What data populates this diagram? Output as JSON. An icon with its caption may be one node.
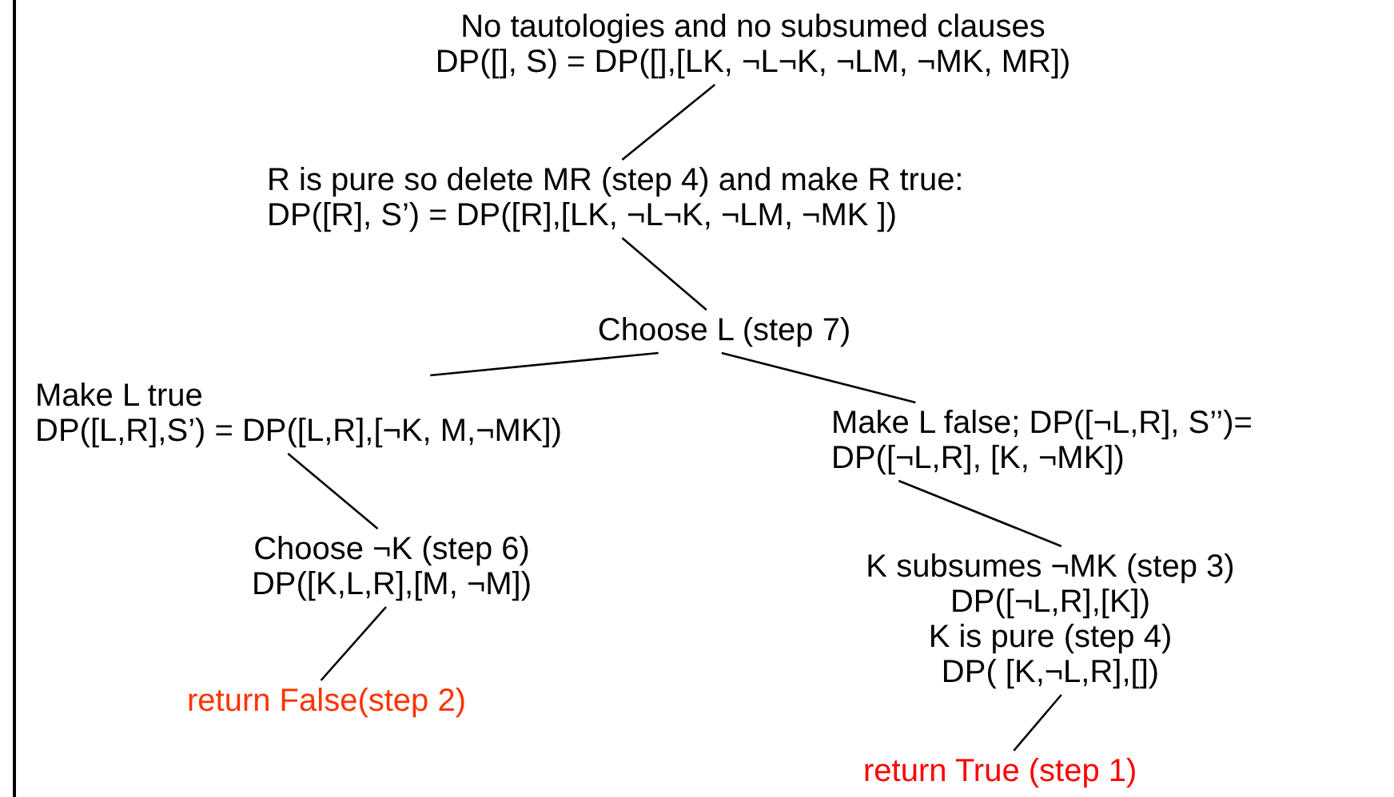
{
  "diagram": {
    "nodes": [
      {
        "text": [
          "No tautologies and no subsumed clauses",
          "DP([], S) = DP([],[LK, ¬L¬K, ¬LM, ¬MK, MR])"
        ]
      },
      {
        "text": [
          "R is pure so delete MR (step 4) and make R true:",
          "DP([R], S’) = DP([R],[LK, ¬L¬K, ¬LM, ¬MK ])"
        ]
      },
      {
        "text": [
          "Choose L (step 7)"
        ]
      },
      {
        "text": [
          "Make L true",
          "DP([L,R],S’) = DP([L,R],[¬K, M,¬MK])"
        ]
      },
      {
        "text": [
          "Make L false; DP([¬L,R], S’’)=",
          "DP([¬L,R], [K, ¬MK])"
        ]
      },
      {
        "text": [
          "Choose ¬K (step 6)",
          "DP([K,L,R],[M, ¬M])"
        ]
      },
      {
        "text": [
          "return False(step 2)"
        ]
      },
      {
        "text": [
          "K subsumes ¬MK (step 3)",
          "DP([¬L,R],[K])",
          "K is pure (step 4)",
          "DP( [K,¬L,R],[])"
        ]
      },
      {
        "text": [
          "return True (step 1)"
        ]
      }
    ],
    "edges": [
      {
        "from": 0,
        "to": 1,
        "arrow": "none"
      },
      {
        "from": 1,
        "to": 2,
        "arrow": "none"
      },
      {
        "from": 2,
        "to": 3,
        "arrow": "none"
      },
      {
        "from": 2,
        "to": 4,
        "arrow": "none"
      },
      {
        "from": 3,
        "to": 5,
        "arrow": "none"
      },
      {
        "from": 5,
        "to": 6,
        "arrow": "none"
      },
      {
        "from": 4,
        "to": 7,
        "arrow": "none"
      },
      {
        "from": 7,
        "to": 8,
        "arrow": "none"
      }
    ]
  }
}
